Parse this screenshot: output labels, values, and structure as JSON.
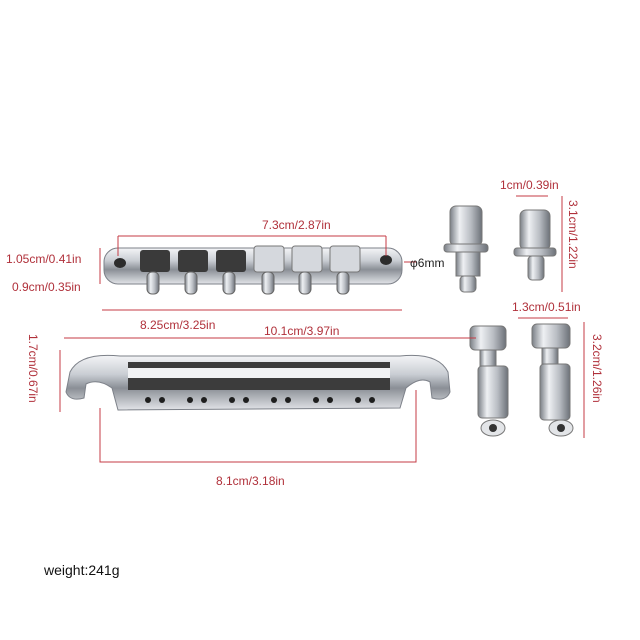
{
  "labels": {
    "saddle_span": "7.3cm/2.87in",
    "bridge_height": "1.05cm/0.41in",
    "base_height": "0.9cm/0.35in",
    "post_hole": "φ6mm",
    "bridge_length": "8.25cm/3.25in",
    "tailpiece_length": "10.1cm/3.97in",
    "tailpiece_height": "1.7cm/0.67in",
    "tailpiece_spacing": "8.1cm/3.18in",
    "post_diameter": "1cm/0.39in",
    "post_length": "3.1cm/1.22in",
    "stud_diameter": "1.3cm/0.51in",
    "stud_length": "3.2cm/1.26in"
  },
  "weight": "weight:241g",
  "colors": {
    "dimension": "#b0303a",
    "chrome": "#c8ccd2",
    "chrome_dark": "#6e737a",
    "shadow": "#2a2a2a"
  }
}
